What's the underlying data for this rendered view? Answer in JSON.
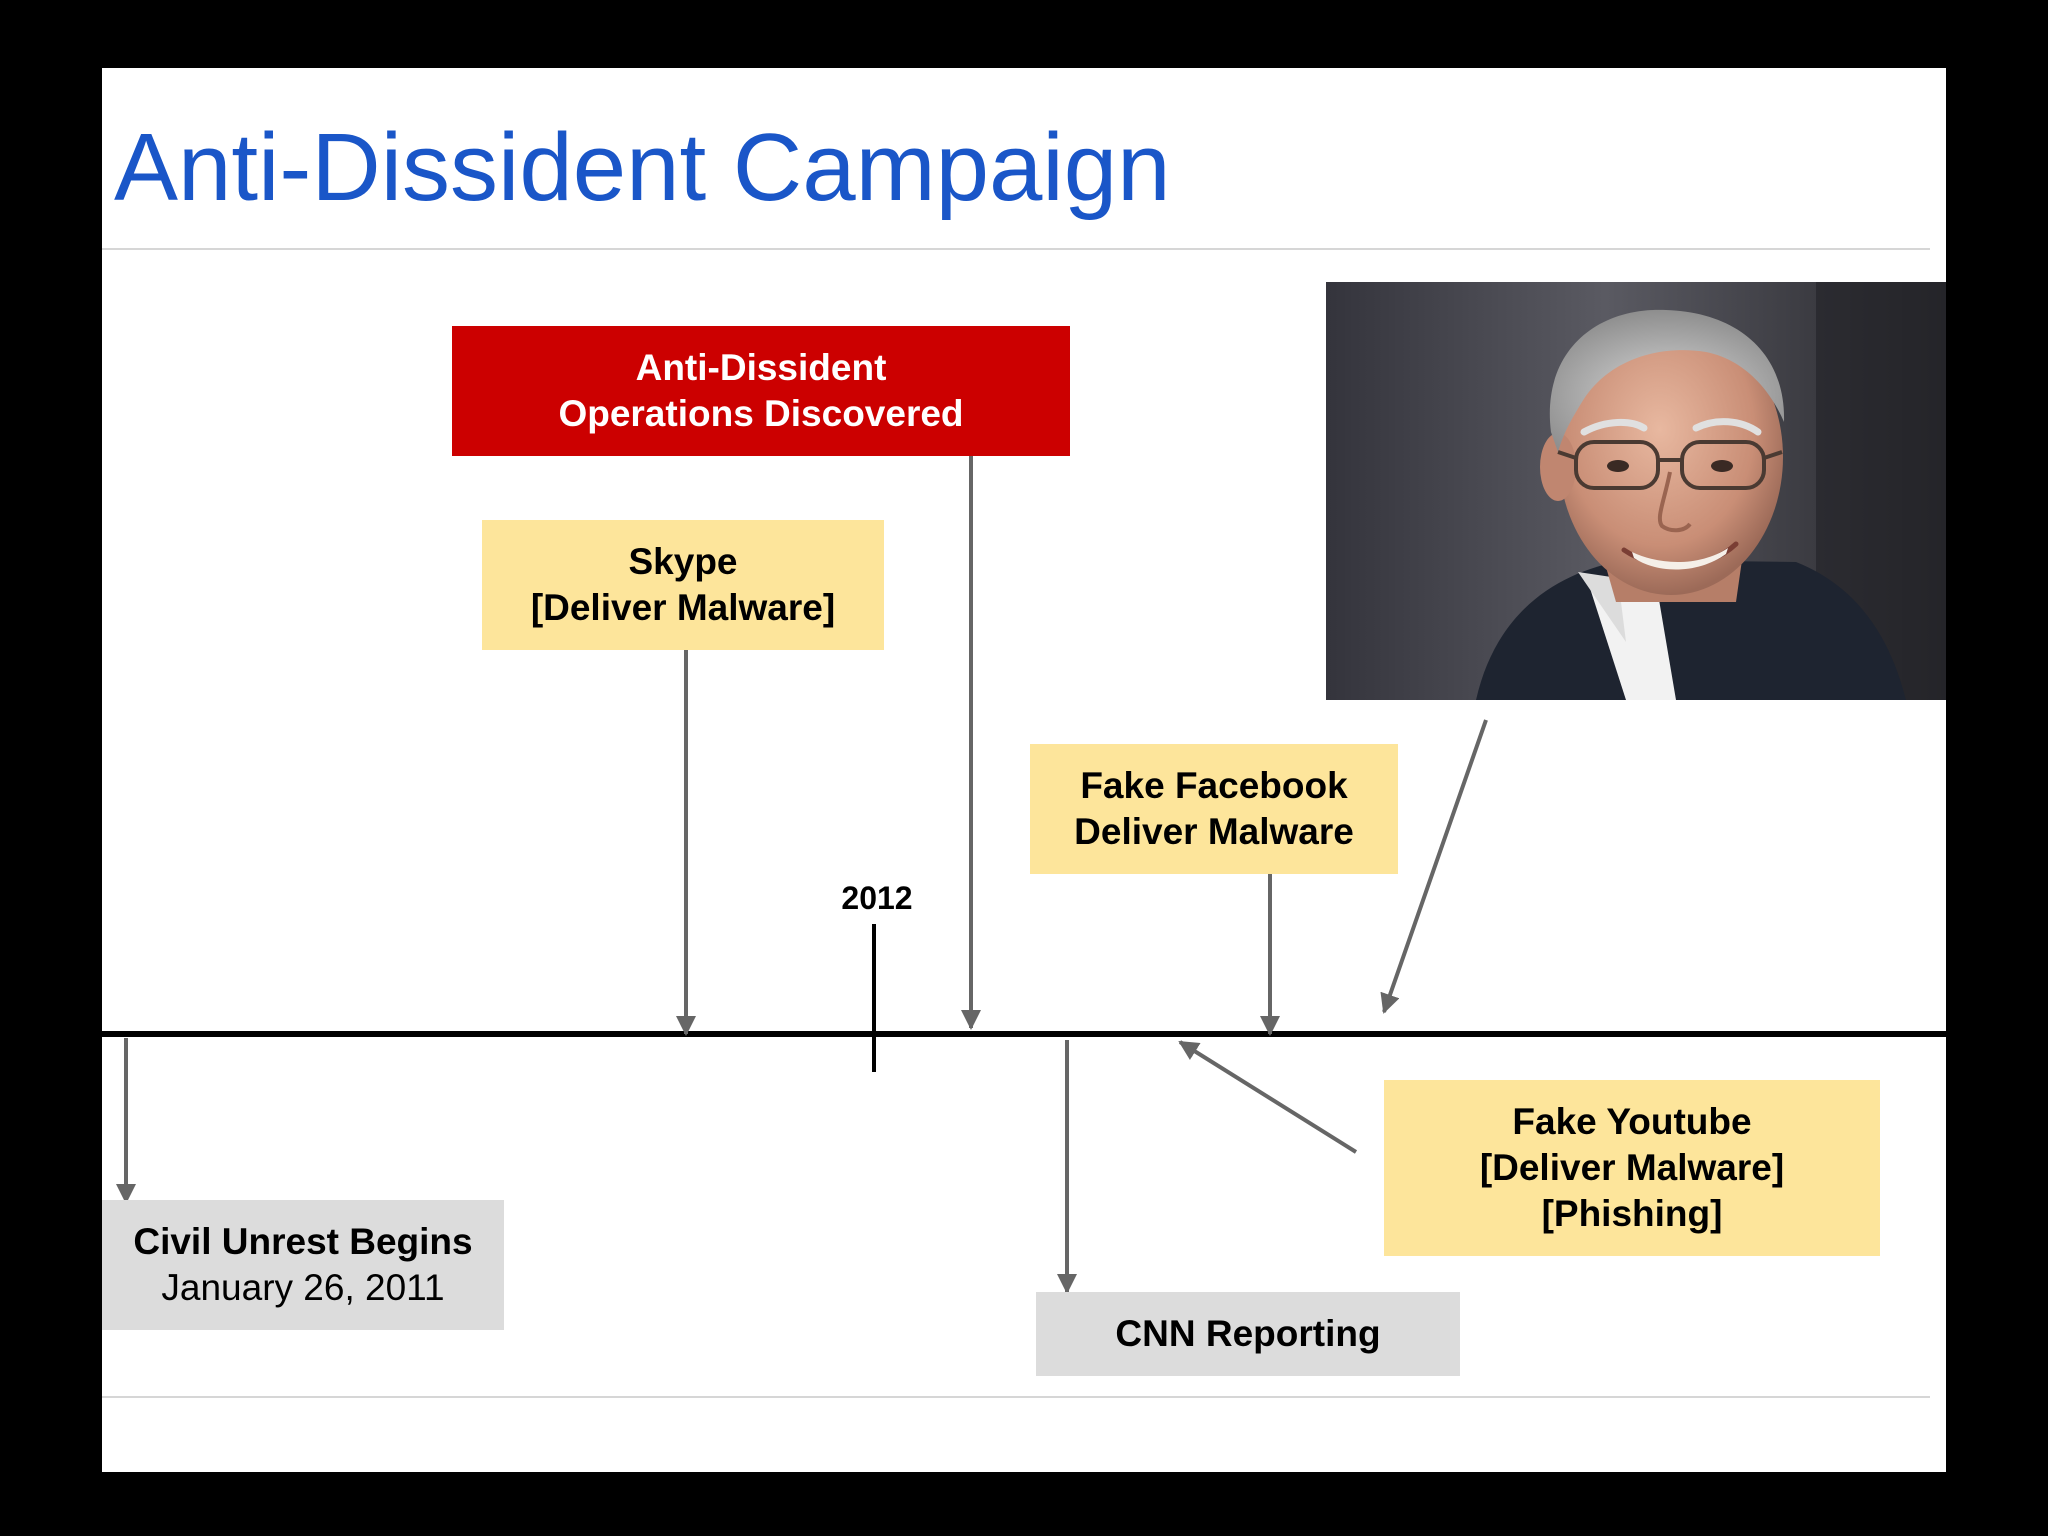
{
  "title": "Anti-Dissident Campaign",
  "timeline": {
    "year_marker": "2012",
    "events": {
      "operations_discovered": {
        "line1": "Anti-Dissident",
        "line2": "Operations Discovered"
      },
      "skype": {
        "line1": "Skype",
        "line2": "[Deliver Malware]"
      },
      "fake_facebook": {
        "line1": "Fake Facebook",
        "line2": "Deliver Malware"
      },
      "fake_youtube": {
        "line1": "Fake Youtube",
        "line2": "[Deliver Malware]",
        "line3": "[Phishing]"
      },
      "civil_unrest": {
        "line1": "Civil Unrest Begins",
        "line2": "January 26, 2011"
      },
      "cnn_reporting": {
        "line1": "CNN Reporting"
      }
    }
  },
  "colors": {
    "title": "#1a56c8",
    "highlight_box": "#cc0000",
    "event_box": "#fde59b",
    "neutral_box": "#dcdcdc",
    "arrow": "#666666"
  }
}
